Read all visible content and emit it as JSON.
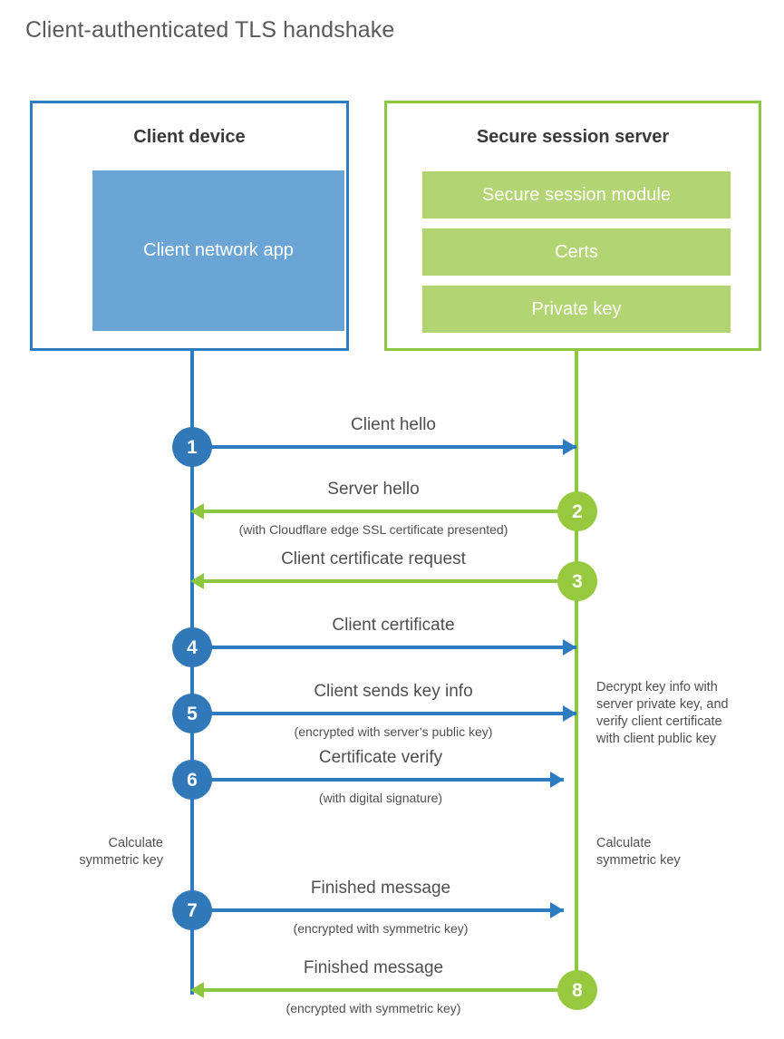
{
  "title": "Client-authenticated TLS handshake",
  "colors": {
    "client_border": "#2e7cc0",
    "client_fill": "#6aa5d5",
    "client_circle": "#3178b8",
    "server_border": "#8dc63f",
    "server_fill": "#b2d472",
    "server_circle": "#96c93d",
    "text": "#4f4f4f",
    "title_text": "#5a5a5a",
    "background": "#ffffff"
  },
  "client": {
    "title": "Client device",
    "app_label": "Client network app"
  },
  "server": {
    "title": "Secure session server",
    "blocks": [
      {
        "label": "Secure session module"
      },
      {
        "label": "Certs"
      },
      {
        "label": "Private key"
      }
    ]
  },
  "notes": {
    "decrypt": [
      "Decrypt key info with",
      "server private key, and",
      "verify client certificate",
      "with client public key"
    ],
    "client_symmetric": [
      "Calculate",
      "symmetric key"
    ],
    "server_symmetric": [
      "Calculate",
      "symmetric key"
    ]
  },
  "messages": [
    {
      "number": "1",
      "label": "Client hello",
      "sublabel": "",
      "direction": "client-to-server",
      "color": "blue"
    },
    {
      "number": "2",
      "label": "Server hello",
      "sublabel": "(with Cloudflare edge SSL certificate presented)",
      "direction": "server-to-client",
      "color": "green"
    },
    {
      "number": "3",
      "label": "Client certificate request",
      "sublabel": "",
      "direction": "server-to-client",
      "color": "green"
    },
    {
      "number": "4",
      "label": "Client certificate",
      "sublabel": "",
      "direction": "client-to-server",
      "color": "blue"
    },
    {
      "number": "5",
      "label": "Client sends key info",
      "sublabel": "(encrypted with server’s public key)",
      "direction": "client-to-server",
      "color": "blue"
    },
    {
      "number": "6",
      "label": "Certificate verify",
      "sublabel": "(with digital signature)",
      "direction": "client-to-server",
      "color": "blue"
    },
    {
      "number": "7",
      "label": "Finished message",
      "sublabel": "(encrypted with symmetric key)",
      "direction": "client-to-server",
      "color": "blue"
    },
    {
      "number": "8",
      "label": "Finished message",
      "sublabel": "(encrypted with symmetric key)",
      "direction": "server-to-client",
      "color": "green"
    }
  ]
}
